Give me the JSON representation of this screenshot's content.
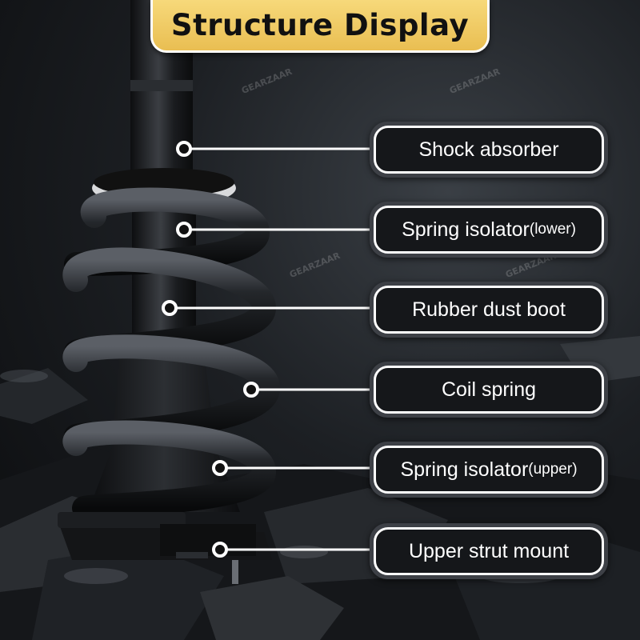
{
  "title": "Structure Display",
  "watermark": "GEARZAAR",
  "colors": {
    "banner": "#f0c862",
    "label_bg": "#15171a",
    "label_border": "#ffffff",
    "leader": "#ffffff"
  },
  "labels": [
    {
      "main": "Shock absorber",
      "sub": ""
    },
    {
      "main": "Spring isolator",
      "sub": "(lower)"
    },
    {
      "main": "Rubber dust boot",
      "sub": ""
    },
    {
      "main": "Coil spring",
      "sub": ""
    },
    {
      "main": "Spring isolator",
      "sub": "(upper)"
    },
    {
      "main": "Upper strut mount",
      "sub": ""
    }
  ]
}
